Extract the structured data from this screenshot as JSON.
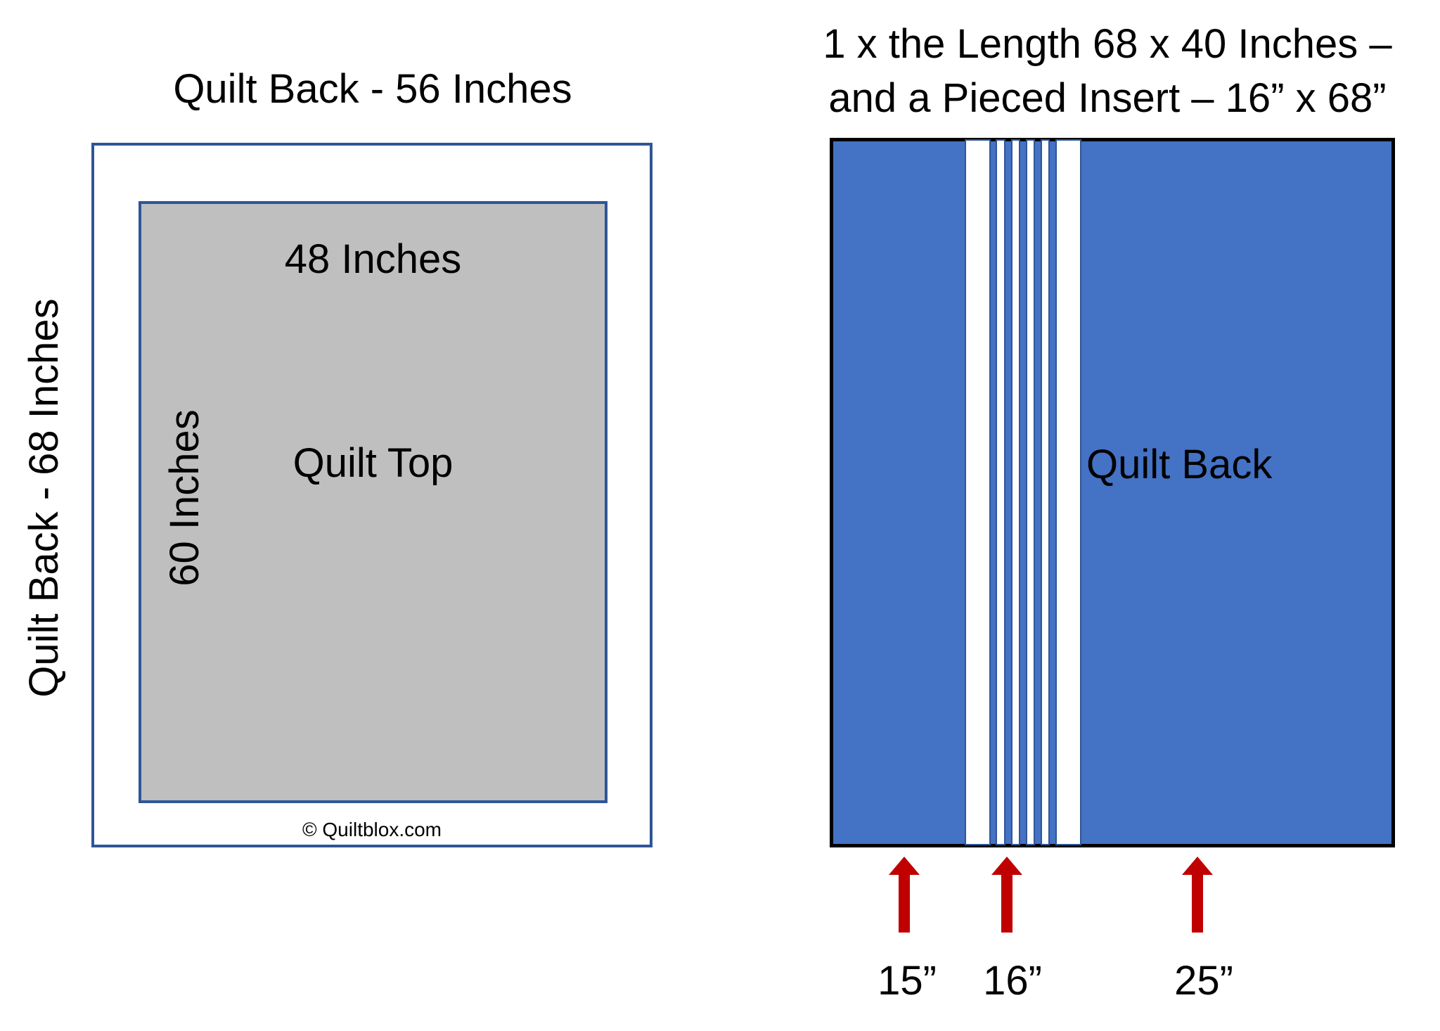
{
  "left_diagram": {
    "title": "Quilt Back - 56 Inches",
    "side_label": "Quilt Back - 68 Inches",
    "quilt_top": {
      "width_label": "48 Inches",
      "height_label": "60 Inches",
      "center_label": "Quilt Top"
    },
    "copyright": "© Quiltblox.com",
    "colors": {
      "border": "#2f5597",
      "quilt_top_fill": "#bfbfbf",
      "back_fill": "#ffffff"
    }
  },
  "right_diagram": {
    "title_line1": "1 x the Length 68 x 40 Inches –",
    "title_line2": "and a Pieced Insert – 16” x 68”",
    "center_label": "Quilt Back",
    "measurements": [
      "15”",
      "16”",
      "25”"
    ],
    "colors": {
      "back_fill": "#4472c4",
      "insert_fill": "#ffffff",
      "outline": "#000000",
      "arrow": "#c00000"
    }
  }
}
